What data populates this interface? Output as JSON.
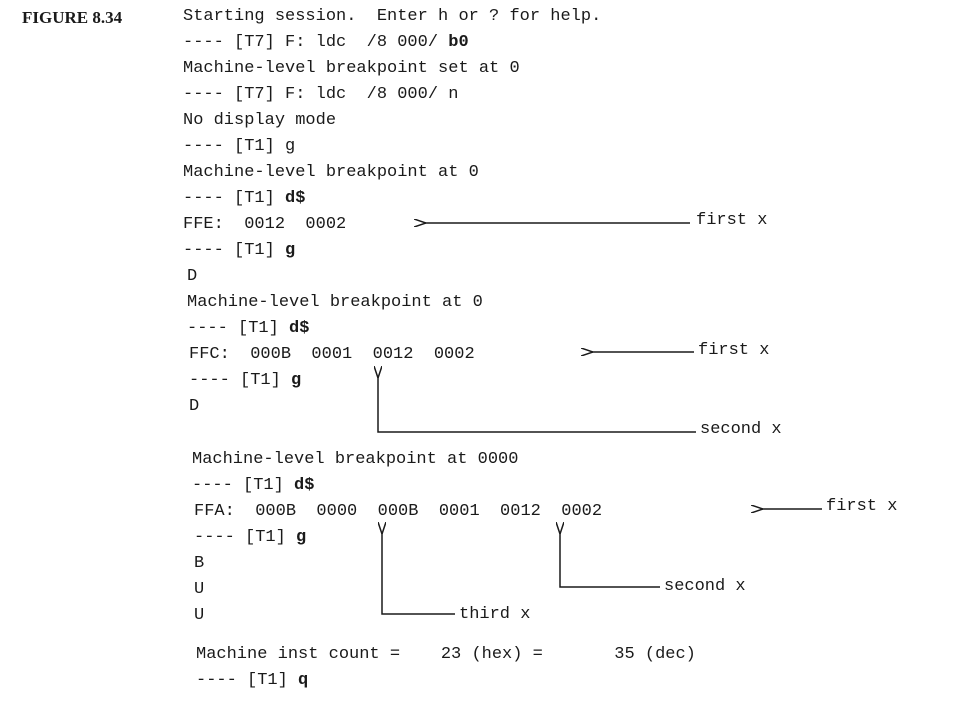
{
  "figure_label": "FIGURE 8.34",
  "session": [
    {
      "prefix": "Starting session.  Enter h or ? for help.",
      "cmd": ""
    },
    {
      "prefix": "---- [T7] F: ldc  /8 000/ ",
      "cmd": "b0"
    },
    {
      "prefix": "Machine-level breakpoint set at 0",
      "cmd": ""
    },
    {
      "prefix": "---- [T7] F: ldc  /8 000/ n",
      "cmd": ""
    },
    {
      "prefix": "No display mode",
      "cmd": ""
    },
    {
      "prefix": "---- [T1] g",
      "cmd": ""
    },
    {
      "prefix": "Machine-level breakpoint at 0",
      "cmd": ""
    },
    {
      "prefix": "---- [T1] ",
      "cmd": "d$"
    },
    {
      "prefix": "FFE:  0012  0002",
      "cmd": ""
    },
    {
      "prefix": "---- [T1] ",
      "cmd": "g"
    },
    {
      "prefix": "D",
      "cmd": ""
    },
    {
      "prefix": "Machine-level breakpoint at 0",
      "cmd": ""
    },
    {
      "prefix": "---- [T1] ",
      "cmd": "d$"
    },
    {
      "prefix": "FFC:  000B  0001  0012  0002",
      "cmd": ""
    },
    {
      "prefix": "---- [T1] ",
      "cmd": "g"
    },
    {
      "prefix": "D",
      "cmd": ""
    },
    {
      "prefix": "Machine-level breakpoint at 0000",
      "cmd": ""
    },
    {
      "prefix": "---- [T1] ",
      "cmd": "d$"
    },
    {
      "prefix": "FFA:  000B  0000  000B  0001  0012  0002",
      "cmd": ""
    },
    {
      "prefix": "---- [T1] ",
      "cmd": "g"
    },
    {
      "prefix": "B",
      "cmd": ""
    },
    {
      "prefix": "U",
      "cmd": ""
    },
    {
      "prefix": "U",
      "cmd": ""
    },
    {
      "prefix": "Machine inst count =    23 (hex) =       35 (dec)",
      "cmd": ""
    },
    {
      "prefix": "---- [T1] ",
      "cmd": "q"
    }
  ],
  "annotations": {
    "ffe_first_x": "first x",
    "ffc_first_x": "first x",
    "ffc_second_x": "second x",
    "ffa_first_x": "first x",
    "ffa_second_x": "second x",
    "ffa_third_x": "third x"
  }
}
